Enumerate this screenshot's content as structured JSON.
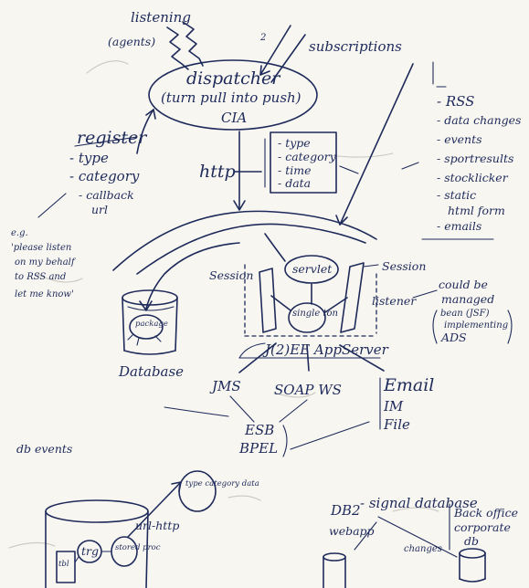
{
  "inputs": {
    "listening": "listening",
    "agents": "(agents)",
    "marker": "2",
    "subscriptions": "subscriptions"
  },
  "dispatcher": {
    "title": "dispatcher",
    "subtitle": "(turn pull into push)",
    "tag": "CIA"
  },
  "sources": [
    "- RSS",
    "- data changes",
    "- events",
    "- sportresults",
    "- stocklicker",
    "- static",
    "html form",
    "- emails"
  ],
  "register": {
    "title": "register",
    "items": [
      "- type",
      "- category",
      "- callback",
      "url"
    ]
  },
  "example": {
    "lines": [
      "e.g.",
      "'please listen",
      "on my behalf",
      "to RSS and",
      "let me know'"
    ]
  },
  "http": {
    "label": "http",
    "payload": [
      "- type",
      "- category",
      "- time",
      "- data"
    ]
  },
  "appserver": {
    "servlet": "servlet",
    "session_left": "Session",
    "session_right": "Session",
    "singleton": "single ton",
    "listener": "listener",
    "label": "J(2)EE AppServer",
    "managed": [
      "could be",
      "managed",
      "bean (JSF)",
      "implementing",
      "ADS"
    ]
  },
  "database": {
    "label": "Database",
    "package": "package"
  },
  "outputs": {
    "jms": "JMS",
    "soap": "SOAP WS",
    "email": "Email",
    "im": "IM",
    "file": "File"
  },
  "esb": {
    "line1": "ESB",
    "line2": "BPEL"
  },
  "db_events": {
    "label": "db events",
    "tbl": "tbl",
    "trg": "trg",
    "stored": "stored proc",
    "url_http": "url-http",
    "payload": "type category data"
  },
  "bottom_right": {
    "db2": "DB2",
    "signal": "- signal database",
    "webapp": "webapp",
    "changes": "changes",
    "backoffice": [
      "Back office",
      "corporate",
      "db"
    ]
  }
}
